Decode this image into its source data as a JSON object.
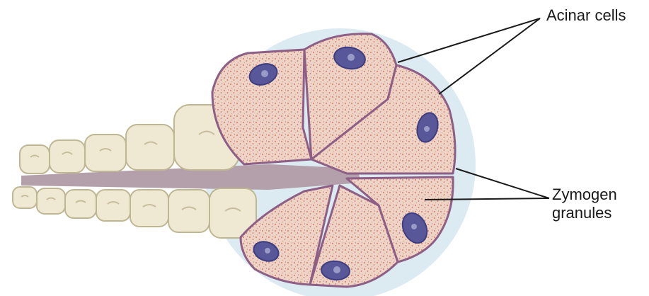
{
  "labels": {
    "acinar_cells": "Acinar cells",
    "zymogen_line1": "Zymogen",
    "zymogen_line2": "granules"
  },
  "colors": {
    "lumen": "#b09aa8",
    "duct_cell_fill": "#efe9d4",
    "duct_cell_edge": "#bfb793",
    "acinar_fill": "#eed2c4",
    "acinar_edge": "#8e5f86",
    "nucleus": "#57579a",
    "halo": "#dcebf2",
    "leader_line": "#1a1a1a"
  }
}
